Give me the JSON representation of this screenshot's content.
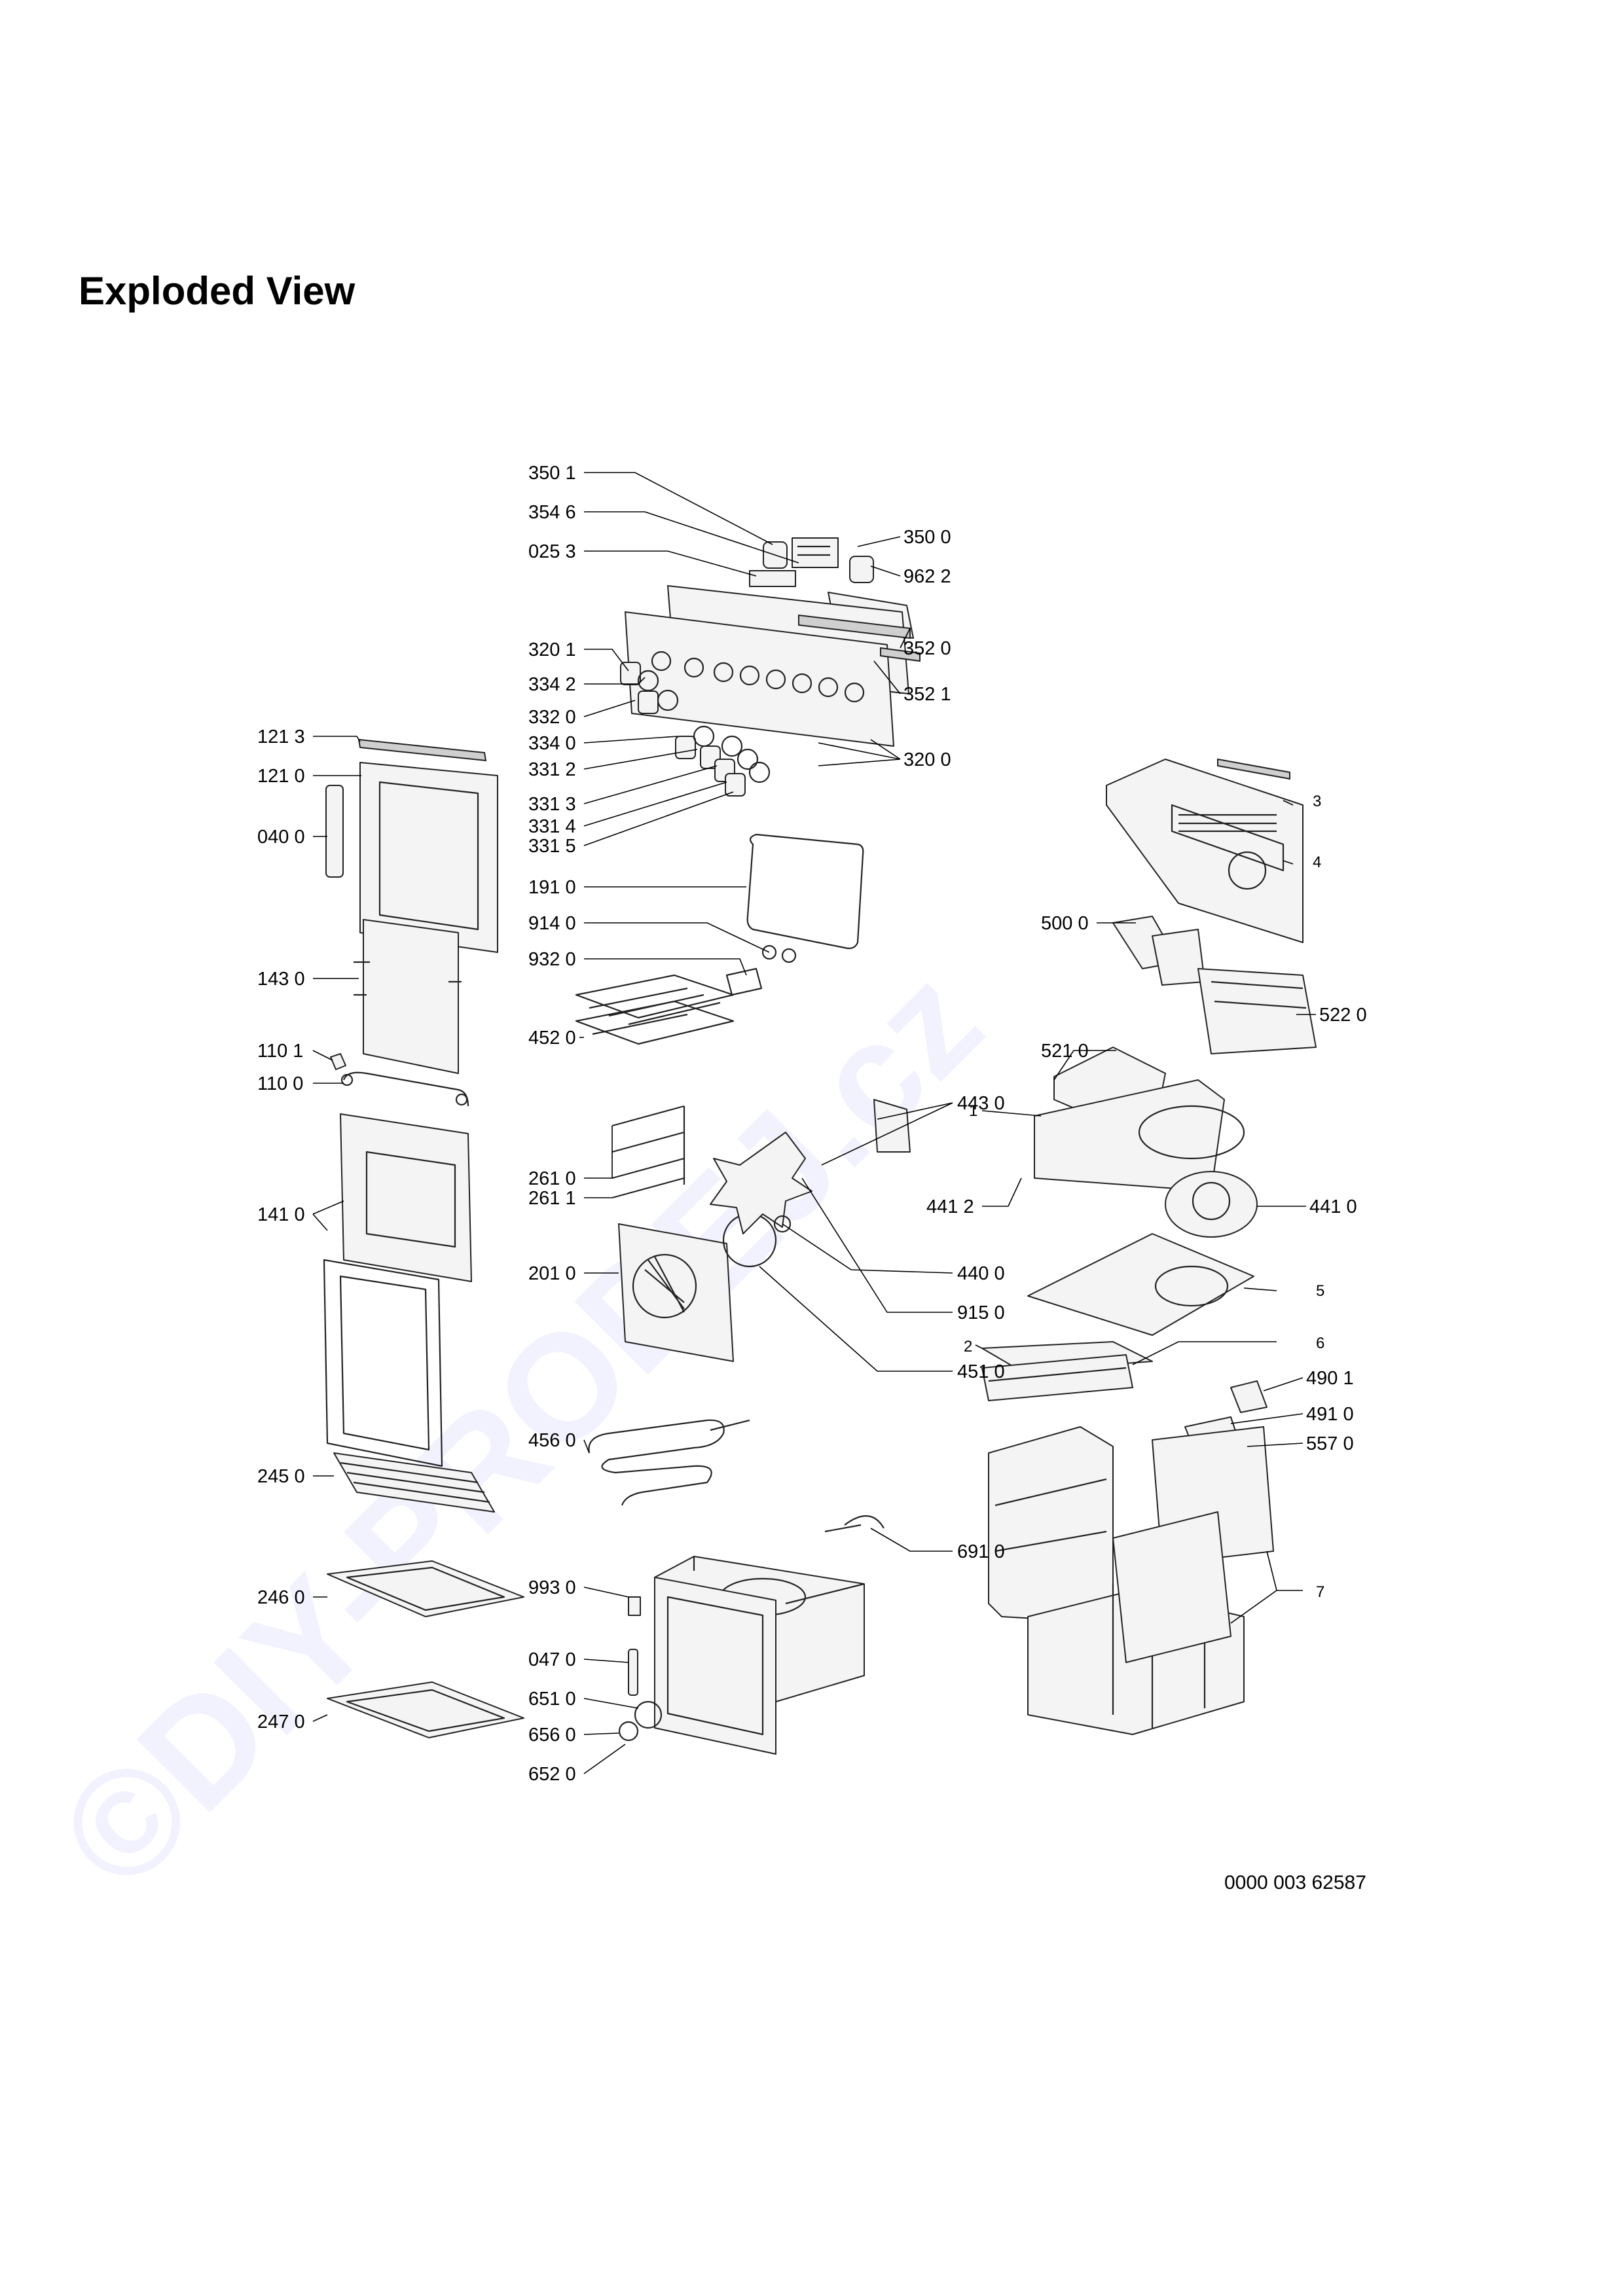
{
  "page": {
    "title": "Exploded View",
    "doc_number": "0000 003 62587"
  },
  "watermark": "©DIY-PRODEJ.cz",
  "part_labels": {
    "p3501": "350 1",
    "p3546": "354 6",
    "p0253": "025 3",
    "p3500": "350 0",
    "p9622": "962 2",
    "p3520": "352 0",
    "p3521": "352 1",
    "p3201": "320 1",
    "p3342": "334 2",
    "p3320": "332 0",
    "p3340": "334 0",
    "p3312": "331 2",
    "p3313": "331 3",
    "p3314": "331 4",
    "p3315": "331 5",
    "p3200": "320 0",
    "p1213": "121 3",
    "p1210": "121 0",
    "p0400": "040 0",
    "p1910": "191 0",
    "p9140": "914 0",
    "p9320": "932 0",
    "p1430": "143 0",
    "p4520": "452 0",
    "p1101": "110 1",
    "p1100": "110 0",
    "p1410": "141 0",
    "p2610": "261 0",
    "p2611": "261 1",
    "p2010": "201 0",
    "p4560": "456 0",
    "p2450": "245 0",
    "p2460": "246 0",
    "p2470": "247 0",
    "p9930": "993 0",
    "p0470": "047 0",
    "p6510": "651 0",
    "p6560": "656 0",
    "p6520": "652 0",
    "p4430": "443 0",
    "p4400": "440 0",
    "p9150": "915 0",
    "p4510": "451 0",
    "p6910": "691 0",
    "p5000": "500 0",
    "p5220": "522 0",
    "p5210": "521 0",
    "p4412": "441 2",
    "p4410": "441 0",
    "p4901": "490 1",
    "p4910": "491 0",
    "p5570": "557 0",
    "n1": "1",
    "n2": "2",
    "n3": "3",
    "n4": "4",
    "n5": "5",
    "n6": "6",
    "n7": "7"
  }
}
